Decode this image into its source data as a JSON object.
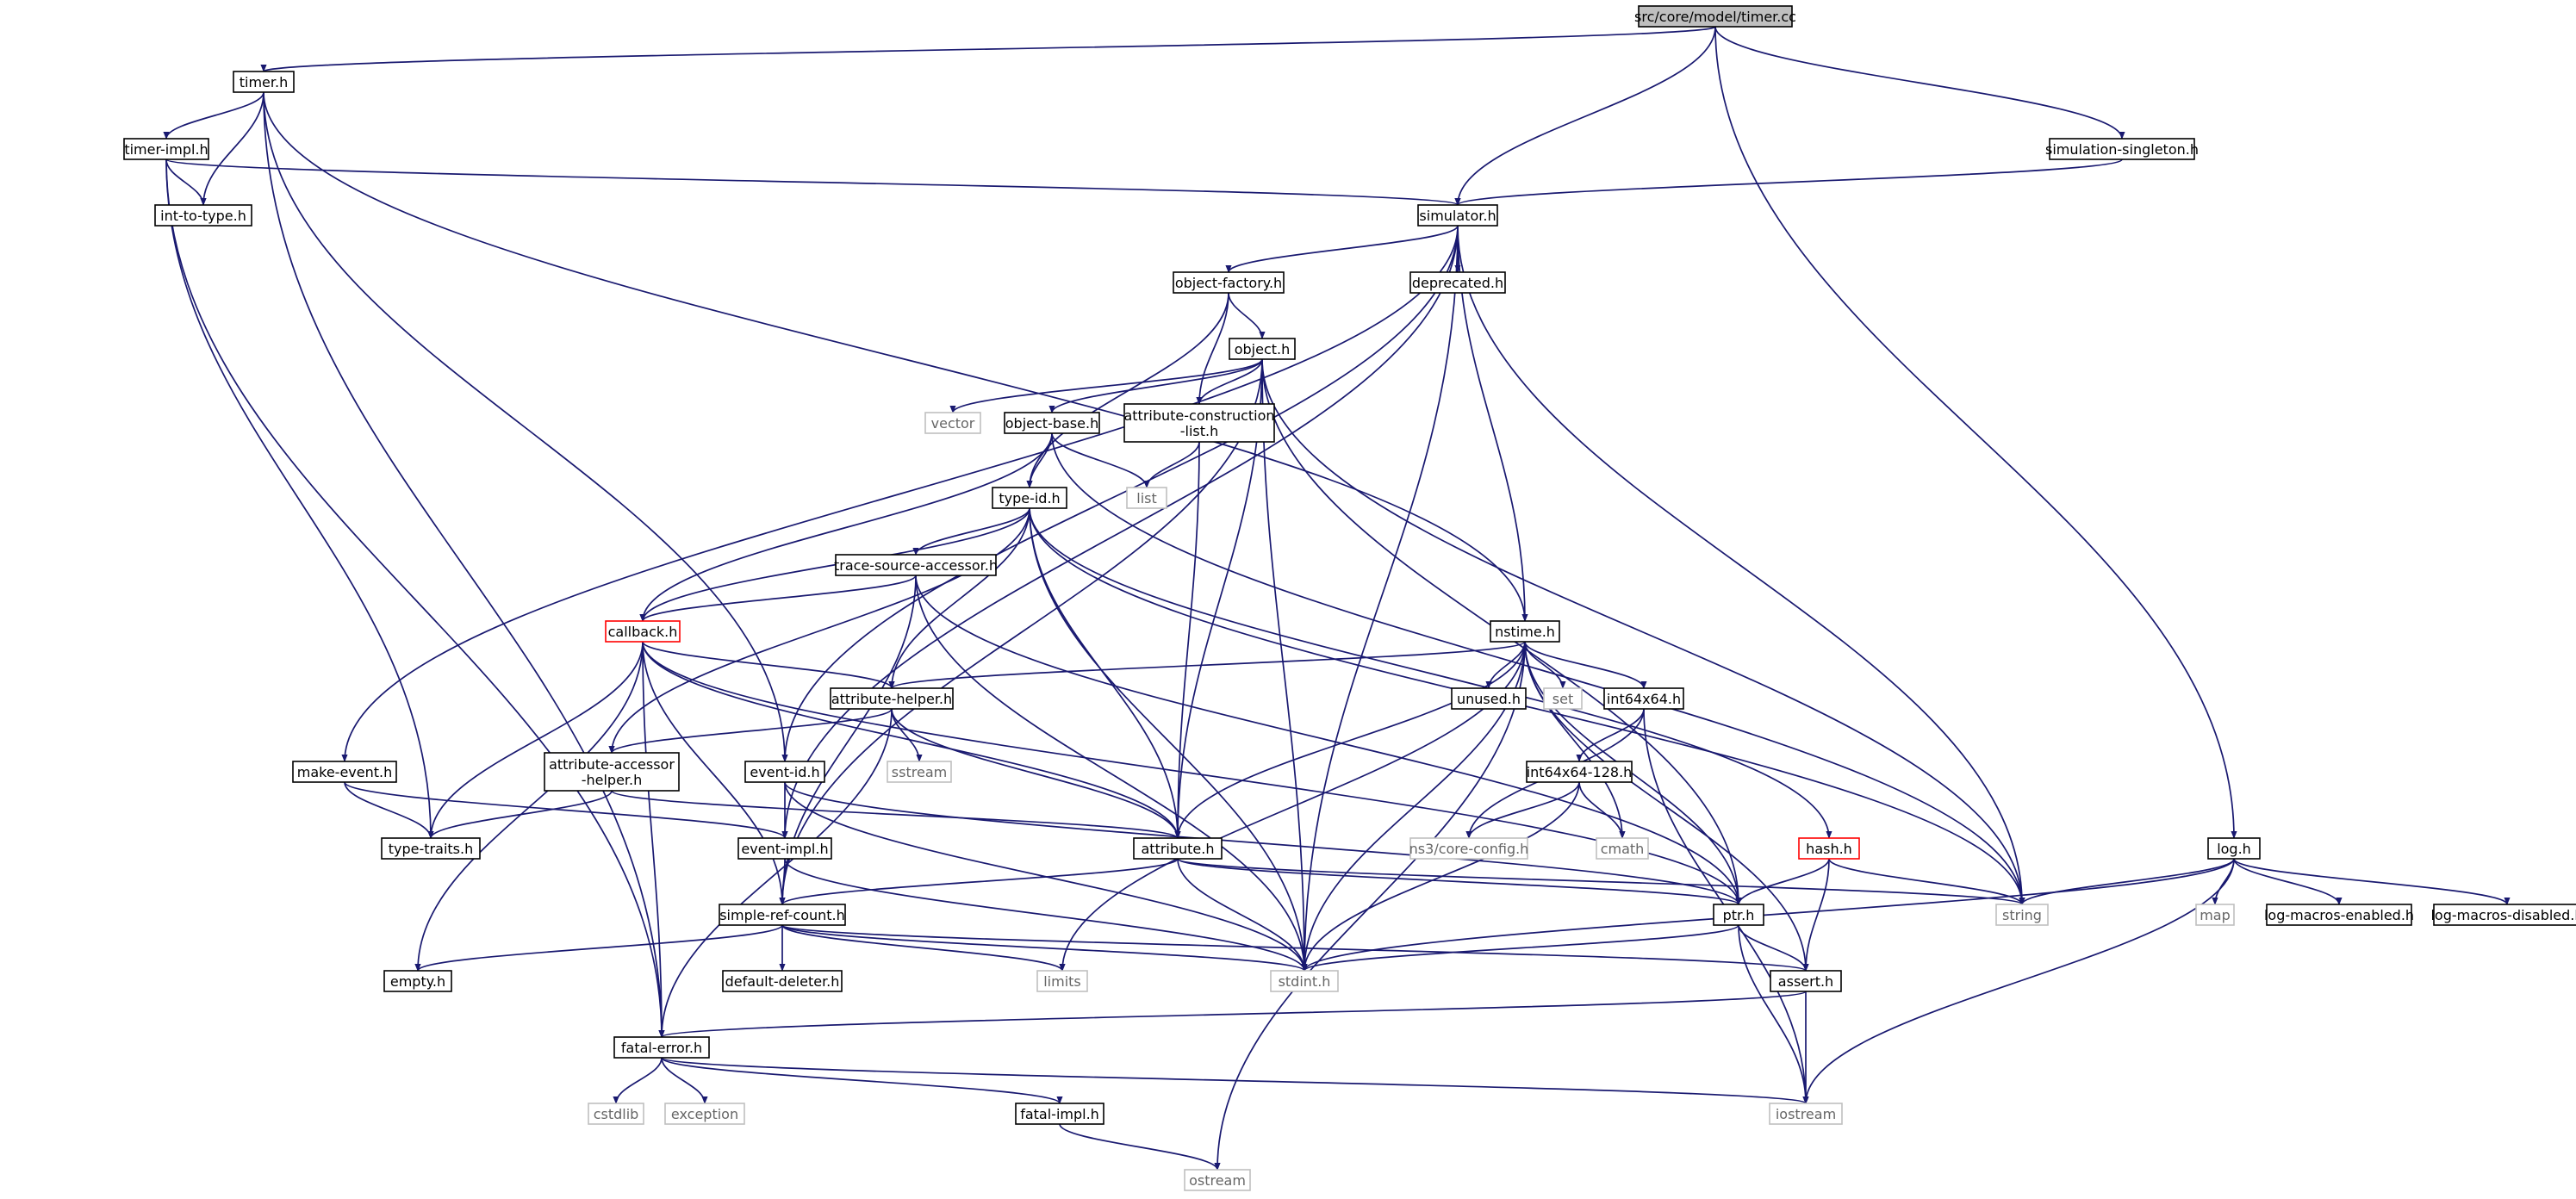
{
  "diagram": {
    "nodes": [
      {
        "id": "timer_cc",
        "label": "src/core/model/timer.cc",
        "style": "root"
      },
      {
        "id": "timer_h",
        "label": "timer.h",
        "style": "normal"
      },
      {
        "id": "timer_impl_h",
        "label": "timer-impl.h",
        "style": "normal"
      },
      {
        "id": "int_to_type_h",
        "label": "int-to-type.h",
        "style": "normal"
      },
      {
        "id": "simulation_singleton_h",
        "label": "simulation-singleton.h",
        "style": "normal"
      },
      {
        "id": "simulator_h",
        "label": "simulator.h",
        "style": "normal"
      },
      {
        "id": "object_factory_h",
        "label": "object-factory.h",
        "style": "normal"
      },
      {
        "id": "deprecated_h",
        "label": "deprecated.h",
        "style": "normal"
      },
      {
        "id": "object_h",
        "label": "object.h",
        "style": "normal"
      },
      {
        "id": "vector",
        "label": "vector",
        "style": "system"
      },
      {
        "id": "object_base_h",
        "label": "object-base.h",
        "style": "normal"
      },
      {
        "id": "attr_construction_h",
        "label": "attribute-construction\n-list.h",
        "style": "normal"
      },
      {
        "id": "list",
        "label": "list",
        "style": "system"
      },
      {
        "id": "type_id_h",
        "label": "type-id.h",
        "style": "normal"
      },
      {
        "id": "trace_source_accessor_h",
        "label": "trace-source-accessor.h",
        "style": "normal"
      },
      {
        "id": "callback_h",
        "label": "callback.h",
        "style": "truncated"
      },
      {
        "id": "nstime_h",
        "label": "nstime.h",
        "style": "normal"
      },
      {
        "id": "attribute_helper_h",
        "label": "attribute-helper.h",
        "style": "normal"
      },
      {
        "id": "unused_h",
        "label": "unused.h",
        "style": "normal"
      },
      {
        "id": "set",
        "label": "set",
        "style": "system"
      },
      {
        "id": "int64x64_h",
        "label": "int64x64.h",
        "style": "normal"
      },
      {
        "id": "make_event_h",
        "label": "make-event.h",
        "style": "normal"
      },
      {
        "id": "attr_accessor_helper_h",
        "label": "attribute-accessor\n-helper.h",
        "style": "normal"
      },
      {
        "id": "event_id_h",
        "label": "event-id.h",
        "style": "normal"
      },
      {
        "id": "sstream",
        "label": "sstream",
        "style": "system"
      },
      {
        "id": "int64x64_128_h",
        "label": "int64x64-128.h",
        "style": "normal"
      },
      {
        "id": "type_traits_h",
        "label": "type-traits.h",
        "style": "normal"
      },
      {
        "id": "event_impl_h",
        "label": "event-impl.h",
        "style": "normal"
      },
      {
        "id": "attribute_h",
        "label": "attribute.h",
        "style": "normal"
      },
      {
        "id": "ns3_core_config_h",
        "label": "ns3/core-config.h",
        "style": "system"
      },
      {
        "id": "cmath",
        "label": "cmath",
        "style": "system"
      },
      {
        "id": "hash_h",
        "label": "hash.h",
        "style": "truncated"
      },
      {
        "id": "log_h",
        "label": "log.h",
        "style": "normal"
      },
      {
        "id": "simple_ref_count_h",
        "label": "simple-ref-count.h",
        "style": "normal"
      },
      {
        "id": "ptr_h",
        "label": "ptr.h",
        "style": "normal"
      },
      {
        "id": "string",
        "label": "string",
        "style": "system"
      },
      {
        "id": "map",
        "label": "map",
        "style": "system"
      },
      {
        "id": "log_macros_enabled_h",
        "label": "log-macros-enabled.h",
        "style": "normal"
      },
      {
        "id": "log_macros_disabled_h",
        "label": "log-macros-disabled.h",
        "style": "normal"
      },
      {
        "id": "empty_h",
        "label": "empty.h",
        "style": "normal"
      },
      {
        "id": "default_deleter_h",
        "label": "default-deleter.h",
        "style": "normal"
      },
      {
        "id": "limits",
        "label": "limits",
        "style": "system"
      },
      {
        "id": "stdint_h",
        "label": "stdint.h",
        "style": "system"
      },
      {
        "id": "assert_h",
        "label": "assert.h",
        "style": "normal"
      },
      {
        "id": "fatal_error_h",
        "label": "fatal-error.h",
        "style": "normal"
      },
      {
        "id": "cstdlib",
        "label": "cstdlib",
        "style": "system"
      },
      {
        "id": "exception",
        "label": "exception",
        "style": "system"
      },
      {
        "id": "fatal_impl_h",
        "label": "fatal-impl.h",
        "style": "normal"
      },
      {
        "id": "iostream",
        "label": "iostream",
        "style": "system"
      },
      {
        "id": "ostream",
        "label": "ostream",
        "style": "system"
      }
    ],
    "edges": [
      [
        "timer_cc",
        "timer_h"
      ],
      [
        "timer_cc",
        "simulator_h"
      ],
      [
        "timer_cc",
        "simulation_singleton_h"
      ],
      [
        "timer_cc",
        "log_h"
      ],
      [
        "timer_h",
        "timer_impl_h"
      ],
      [
        "timer_h",
        "int_to_type_h"
      ],
      [
        "timer_h",
        "fatal_error_h"
      ],
      [
        "timer_h",
        "event_id_h"
      ],
      [
        "timer_h",
        "nstime_h"
      ],
      [
        "timer_impl_h",
        "int_to_type_h"
      ],
      [
        "timer_impl_h",
        "simulator_h"
      ],
      [
        "timer_impl_h",
        "type_traits_h"
      ],
      [
        "timer_impl_h",
        "fatal_error_h"
      ],
      [
        "simulation_singleton_h",
        "simulator_h"
      ],
      [
        "simulator_h",
        "object_factory_h"
      ],
      [
        "simulator_h",
        "deprecated_h"
      ],
      [
        "simulator_h",
        "nstime_h"
      ],
      [
        "simulator_h",
        "make_event_h"
      ],
      [
        "simulator_h",
        "event_id_h"
      ],
      [
        "simulator_h",
        "event_impl_h"
      ],
      [
        "simulator_h",
        "string"
      ],
      [
        "simulator_h",
        "stdint_h"
      ],
      [
        "object_factory_h",
        "object_h"
      ],
      [
        "object_factory_h",
        "attr_construction_h"
      ],
      [
        "object_factory_h",
        "type_id_h"
      ],
      [
        "object_h",
        "vector"
      ],
      [
        "object_h",
        "object_base_h"
      ],
      [
        "object_h",
        "attr_construction_h"
      ],
      [
        "object_h",
        "attribute_h"
      ],
      [
        "object_h",
        "ptr_h"
      ],
      [
        "object_h",
        "stdint_h"
      ],
      [
        "object_h",
        "string"
      ],
      [
        "object_h",
        "simple_ref_count_h"
      ],
      [
        "object_base_h",
        "type_id_h"
      ],
      [
        "object_base_h",
        "list"
      ],
      [
        "object_base_h",
        "callback_h"
      ],
      [
        "object_base_h",
        "string"
      ],
      [
        "attr_construction_h",
        "list"
      ],
      [
        "attr_construction_h",
        "attribute_h"
      ],
      [
        "type_id_h",
        "trace_source_accessor_h"
      ],
      [
        "type_id_h",
        "callback_h"
      ],
      [
        "type_id_h",
        "attribute_helper_h"
      ],
      [
        "type_id_h",
        "attr_accessor_helper_h"
      ],
      [
        "type_id_h",
        "attribute_h"
      ],
      [
        "type_id_h",
        "stdint_h"
      ],
      [
        "type_id_h",
        "hash_h"
      ],
      [
        "type_id_h",
        "string"
      ],
      [
        "trace_source_accessor_h",
        "callback_h"
      ],
      [
        "trace_source_accessor_h",
        "simple_ref_count_h"
      ],
      [
        "trace_source_accessor_h",
        "stdint_h"
      ],
      [
        "trace_source_accessor_h",
        "ptr_h"
      ],
      [
        "callback_h",
        "attribute_helper_h"
      ],
      [
        "callback_h",
        "attribute_h"
      ],
      [
        "callback_h",
        "type_traits_h"
      ],
      [
        "callback_h",
        "ptr_h"
      ],
      [
        "callback_h",
        "fatal_error_h"
      ],
      [
        "callback_h",
        "empty_h"
      ],
      [
        "callback_h",
        "simple_ref_count_h"
      ],
      [
        "nstime_h",
        "attribute_helper_h"
      ],
      [
        "nstime_h",
        "unused_h"
      ],
      [
        "nstime_h",
        "set"
      ],
      [
        "nstime_h",
        "int64x64_h"
      ],
      [
        "nstime_h",
        "attribute_h"
      ],
      [
        "nstime_h",
        "stdint_h"
      ],
      [
        "nstime_h",
        "limits"
      ],
      [
        "nstime_h",
        "cmath"
      ],
      [
        "nstime_h",
        "ostream"
      ],
      [
        "nstime_h",
        "assert_h"
      ],
      [
        "nstime_h",
        "ptr_h"
      ],
      [
        "attribute_helper_h",
        "sstream"
      ],
      [
        "attribute_helper_h",
        "attr_accessor_helper_h"
      ],
      [
        "attribute_helper_h",
        "attribute_h"
      ],
      [
        "attribute_helper_h",
        "fatal_error_h"
      ],
      [
        "int64x64_h",
        "int64x64_128_h"
      ],
      [
        "int64x64_h",
        "ns3_core_config_h"
      ],
      [
        "int64x64_h",
        "iostream"
      ],
      [
        "int64x64_128_h",
        "ns3_core_config_h"
      ],
      [
        "int64x64_128_h",
        "cmath"
      ],
      [
        "int64x64_128_h",
        "stdint_h"
      ],
      [
        "make_event_h",
        "type_traits_h"
      ],
      [
        "make_event_h",
        "event_impl_h"
      ],
      [
        "attr_accessor_helper_h",
        "type_traits_h"
      ],
      [
        "attr_accessor_helper_h",
        "attribute_h"
      ],
      [
        "event_id_h",
        "event_impl_h"
      ],
      [
        "event_id_h",
        "stdint_h"
      ],
      [
        "event_id_h",
        "ptr_h"
      ],
      [
        "event_impl_h",
        "simple_ref_count_h"
      ],
      [
        "event_impl_h",
        "stdint_h"
      ],
      [
        "attribute_h",
        "string"
      ],
      [
        "attribute_h",
        "stdint_h"
      ],
      [
        "attribute_h",
        "ptr_h"
      ],
      [
        "attribute_h",
        "simple_ref_count_h"
      ],
      [
        "hash_h",
        "string"
      ],
      [
        "hash_h",
        "ptr_h"
      ],
      [
        "hash_h",
        "assert_h"
      ],
      [
        "log_h",
        "string"
      ],
      [
        "log_h",
        "map"
      ],
      [
        "log_h",
        "log_macros_enabled_h"
      ],
      [
        "log_h",
        "log_macros_disabled_h"
      ],
      [
        "log_h",
        "stdint_h"
      ],
      [
        "log_h",
        "iostream"
      ],
      [
        "simple_ref_count_h",
        "empty_h"
      ],
      [
        "simple_ref_count_h",
        "default_deleter_h"
      ],
      [
        "simple_ref_count_h",
        "limits"
      ],
      [
        "simple_ref_count_h",
        "stdint_h"
      ],
      [
        "simple_ref_count_h",
        "assert_h"
      ],
      [
        "ptr_h",
        "stdint_h"
      ],
      [
        "ptr_h",
        "assert_h"
      ],
      [
        "ptr_h",
        "iostream"
      ],
      [
        "assert_h",
        "fatal_error_h"
      ],
      [
        "assert_h",
        "iostream"
      ],
      [
        "fatal_error_h",
        "cstdlib"
      ],
      [
        "fatal_error_h",
        "exception"
      ],
      [
        "fatal_error_h",
        "fatal_impl_h"
      ],
      [
        "fatal_error_h",
        "iostream"
      ],
      [
        "fatal_impl_h",
        "ostream"
      ]
    ],
    "colors": {
      "edge": "#191970",
      "node_border": "#000000",
      "root_fill": "#bfbfbf",
      "system_border": "#bfbfbf",
      "truncated_border": "#ff0000",
      "background": "#ffffff"
    }
  }
}
